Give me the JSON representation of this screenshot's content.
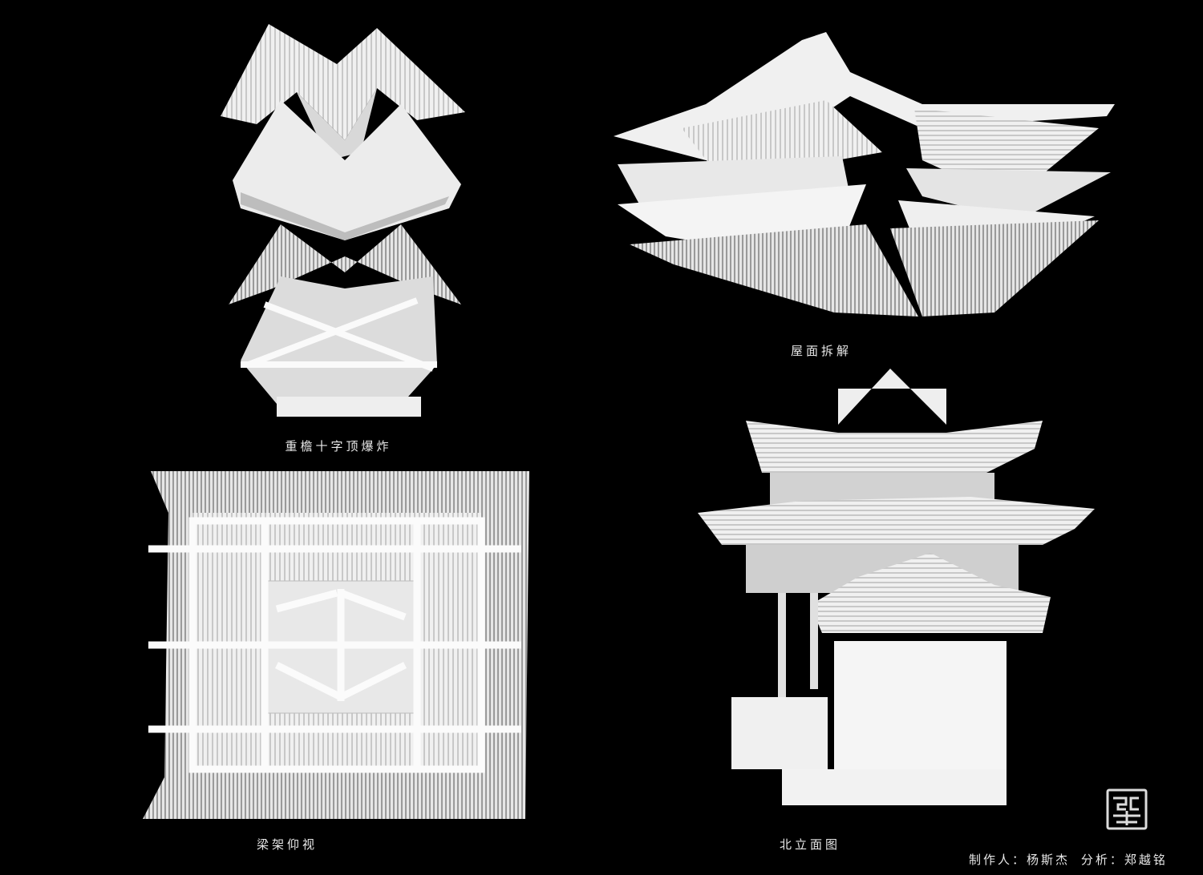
{
  "panels": [
    {
      "caption": "重檐十字顶爆炸"
    },
    {
      "caption": "屋面拆解"
    },
    {
      "caption": "梁架仰视"
    },
    {
      "caption": "北立面图"
    }
  ],
  "credits": {
    "maker_label": "制作人：",
    "maker": "杨斯杰",
    "analysis_label": "分析：",
    "analyst": "郑越铭"
  },
  "seal": {
    "icon": "seal-icon"
  },
  "colors": {
    "background": "#000000",
    "model": "#f2f2f2",
    "shade": "#bdbdbd"
  }
}
